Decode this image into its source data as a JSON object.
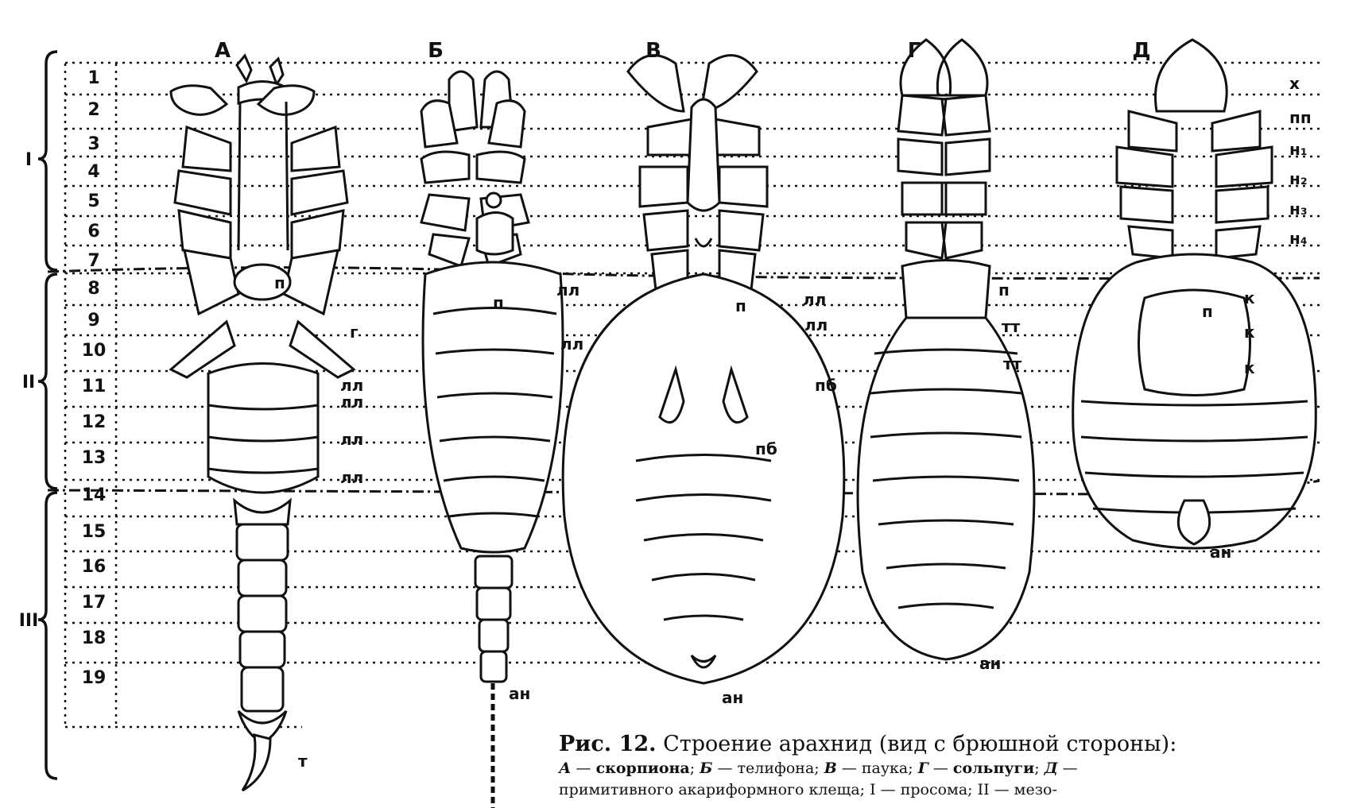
{
  "figure_labels": [
    "А",
    "Б",
    "В",
    "Г",
    "Д"
  ],
  "segment_numbers": [
    "1",
    "2",
    "3",
    "4",
    "5",
    "6",
    "7",
    "8",
    "9",
    "10",
    "11",
    "12",
    "13",
    "14",
    "15",
    "16",
    "17",
    "18",
    "19"
  ],
  "regions": [
    "I",
    "II",
    "III"
  ],
  "right_labels": {
    "x": "х",
    "pp": "пп",
    "n1": "н₁",
    "n2": "н₂",
    "n3": "н₃",
    "n4": "н₄"
  },
  "part_labels": {
    "p": "п",
    "g": "г",
    "ll": "лл",
    "pb": "пб",
    "tt": "тт",
    "k": "к",
    "an": "ан",
    "t": "т"
  },
  "caption": {
    "title_prefix": "Рис. 12.",
    "title_text": "Строение арахнид (вид с брюшной стороны):",
    "line1_parts": [
      {
        "t": "А",
        "s": "ital"
      },
      {
        "t": " — ",
        "s": ""
      },
      {
        "t": "скорпиона",
        "s": "b"
      },
      {
        "t": "; ",
        "s": ""
      },
      {
        "t": "Б",
        "s": "ital"
      },
      {
        "t": " — телифона; ",
        "s": ""
      },
      {
        "t": "В",
        "s": "ital"
      },
      {
        "t": " — паука; ",
        "s": ""
      },
      {
        "t": "Г",
        "s": "ital"
      },
      {
        "t": " — ",
        "s": ""
      },
      {
        "t": "сольпуги",
        "s": "b"
      },
      {
        "t": "; ",
        "s": ""
      },
      {
        "t": "Д",
        "s": "ital"
      },
      {
        "t": " —",
        "s": ""
      }
    ],
    "line2": "примитивного акариформного клеща; I — просома; II — мезо-"
  }
}
